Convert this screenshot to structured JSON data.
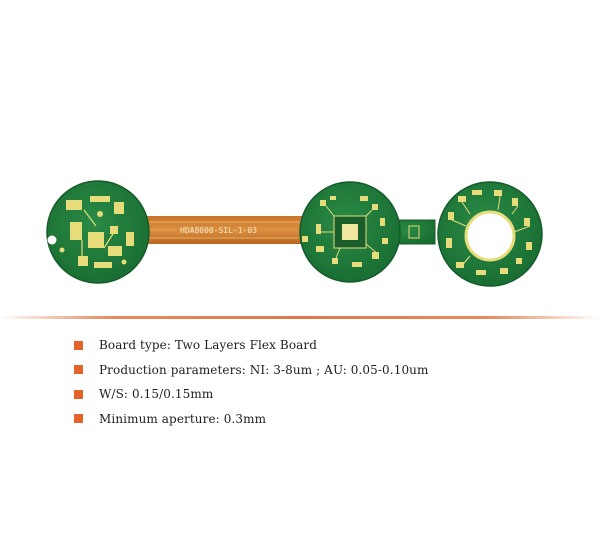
{
  "board": {
    "flex_label": "HDA8000-SIL-1-03",
    "colors": {
      "soldermask": "#1f7a3a",
      "soldermask_edge": "#145c2a",
      "pad_gold": "#e6dc7a",
      "flex_polyimide": "#d2852f",
      "accent": "#e4632b"
    }
  },
  "specs": [
    {
      "text": "Board type: Two Layers Flex Board"
    },
    {
      "text": "Production parameters: NI: 3-8um ; AU: 0.05-0.10um"
    },
    {
      "text": "W/S: 0.15/0.15mm"
    },
    {
      "text": "Minimum aperture: 0.3mm"
    }
  ]
}
